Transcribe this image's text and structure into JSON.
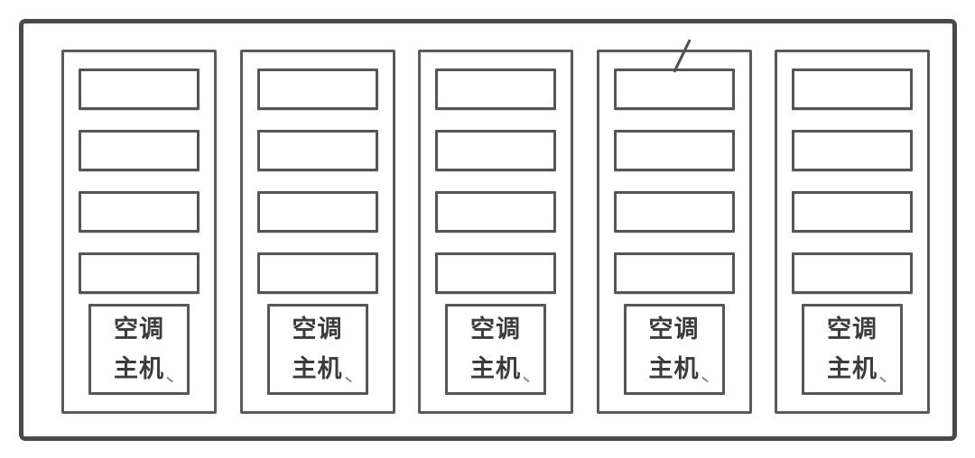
{
  "diagram": {
    "type": "equipment-cabinet-schematic",
    "cabinet_count": 5,
    "slots_per_cabinet": 4,
    "cabinets": [
      {
        "label_line1": "空调",
        "label_line2": "主机",
        "slots": 4,
        "has_slash_mark": false
      },
      {
        "label_line1": "空调",
        "label_line2": "主机",
        "slots": 4,
        "has_slash_mark": false
      },
      {
        "label_line1": "空调",
        "label_line2": "主机",
        "slots": 4,
        "has_slash_mark": false
      },
      {
        "label_line1": "空调",
        "label_line2": "主机",
        "slots": 4,
        "has_slash_mark": true
      },
      {
        "label_line1": "空调",
        "label_line2": "主机",
        "slots": 4,
        "has_slash_mark": false
      }
    ],
    "colors": {
      "outer_border": "#494949",
      "cabinet_border": "#5a5a5a",
      "slot_border": "#555555",
      "label_border": "#565656",
      "text": "#3c3c3c",
      "background": "#ffffff"
    }
  }
}
